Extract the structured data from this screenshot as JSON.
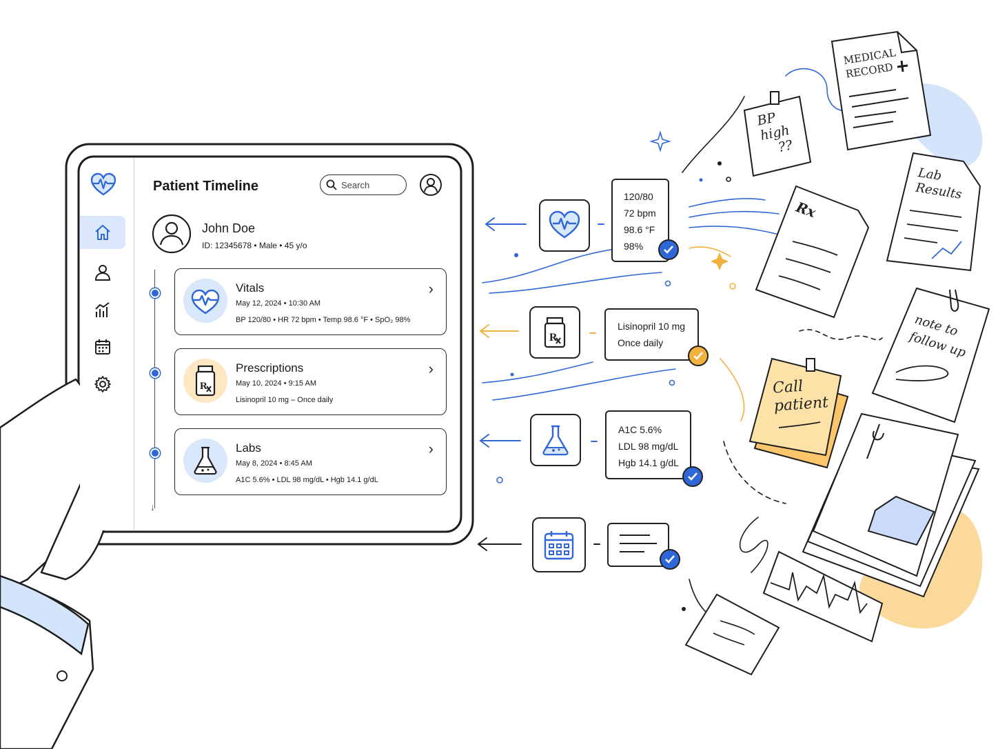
{
  "app": {
    "title": "Patient Timeline",
    "search": {
      "placeholder": "Search"
    },
    "icons": {
      "logo": "heart-pulse-icon",
      "profile": "user-circle-icon"
    }
  },
  "sidebar": {
    "items": [
      {
        "icon": "home-icon",
        "active": true
      },
      {
        "icon": "user-icon",
        "active": false
      },
      {
        "icon": "analytics-icon",
        "active": false
      },
      {
        "icon": "calendar-icon",
        "active": false
      },
      {
        "icon": "gear-icon",
        "active": false
      }
    ]
  },
  "patient": {
    "name": "John Doe",
    "meta": "ID: 12345678  •  Male  •  45 y/o"
  },
  "timeline": [
    {
      "title": "Vitals",
      "date": "May 12, 2024  •  10:30 AM",
      "detail": "BP 120/80  •  HR 72 bpm  •  Temp 98.6 °F  •  SpO₂ 98%",
      "icon": "heart-pulse-icon",
      "accent": "#d9e7fb"
    },
    {
      "title": "Prescriptions",
      "date": "May 10, 2024  •  9:15 AM",
      "detail": "Lisinopril 10 mg – Once daily",
      "icon": "rx-bottle-icon",
      "accent": "#fde8c3"
    },
    {
      "title": "Labs",
      "date": "May 8, 2024  •  8:45 AM",
      "detail": "A1C 5.6%  •  LDL 98 mg/dL  •  Hgb 14.1 g/dL",
      "icon": "flask-icon",
      "accent": "#d9e7fb"
    }
  ],
  "floating": {
    "vitals": [
      "120/80",
      "72 bpm",
      "98.6 °F",
      "98%"
    ],
    "rx": [
      "Lisinopril 10 mg",
      "Once daily"
    ],
    "labs": [
      "A1C  5.6%",
      "LDL 98 mg/dL",
      "Hgb 14.1 g/dL"
    ]
  },
  "notes": {
    "medical_record": [
      "MEDICAL",
      "RECORD"
    ],
    "bp": [
      "BP",
      "high",
      "??"
    ],
    "lab_results": [
      "Lab",
      "Results"
    ],
    "rx_symbol": "Rx",
    "follow_up": [
      "note to",
      "follow up"
    ],
    "call": [
      "Call",
      "patient"
    ]
  },
  "colors": {
    "blue": "#2f67d8",
    "light_blue": "#d9e7fb",
    "orange": "#f2b13c",
    "light_orange": "#fde8c3"
  }
}
